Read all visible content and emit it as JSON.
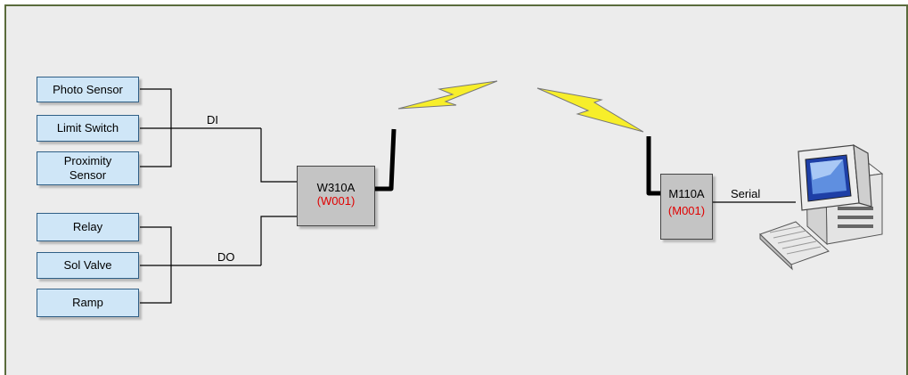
{
  "inputs": [
    {
      "label": "Photo Sensor"
    },
    {
      "label": "Limit Switch"
    },
    {
      "label": "Proximity Sensor"
    }
  ],
  "outputs": [
    {
      "label": "Relay"
    },
    {
      "label": "Sol Valve"
    },
    {
      "label": "Ramp"
    }
  ],
  "bus_labels": {
    "di": "DI",
    "do": "DO",
    "serial": "Serial"
  },
  "remote_unit": {
    "name": "W310A",
    "id": "(W001)"
  },
  "master_unit": {
    "name": "M110A",
    "id": "(M001)"
  },
  "icons": {
    "wireless": "lightning-bolt-icon",
    "computer": "desktop-computer-icon"
  },
  "colors": {
    "background": "#ececec",
    "frame_border": "#5a6b3c",
    "io_fill": "#cfe6f7",
    "device_fill": "#c4c4c4",
    "device_id": "#e00000",
    "bolt": "#f7ee2a"
  }
}
